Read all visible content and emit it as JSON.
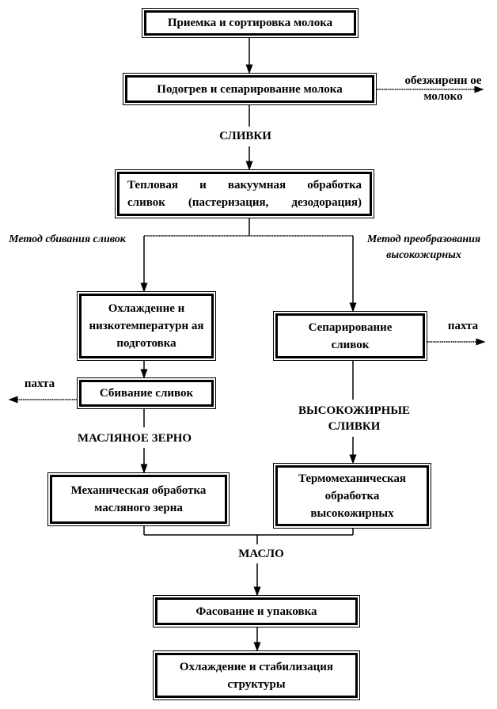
{
  "boxes": {
    "reception": "Приемка и сортировка молока",
    "heating": "Подогрев и сепарирование молока",
    "thermal_line1": "Тепловая и вакуумная обработка",
    "thermal_line2": "сливок (пастеризация, дезодорация)",
    "cooling": "Охлаждение и низкотемпературн ая подготовка",
    "separation": "Сепарирование сливок",
    "churning": "Сбивание сливок",
    "mechanical": "Механическая обработка масляного зерна",
    "thermomechanical": "Термомеханическая обработка высокожирных",
    "packing": "Фасование и упаковка",
    "stabilization": "Охлаждение и стабилизация структуры"
  },
  "labels": {
    "skim_milk": "обезжиренн ое молоко",
    "cream": "СЛИВКИ",
    "method_churn": "Метод сбивания сливок",
    "method_convert": "Метод преобразования высокожирных",
    "buttermilk_right": "пахта",
    "buttermilk_left": "пахта",
    "butter_grain": "МАСЛЯНОЕ ЗЕРНО",
    "high_fat_cream": "ВЫСОКОЖИРНЫЕ СЛИВКИ",
    "butter": "МАСЛО"
  }
}
